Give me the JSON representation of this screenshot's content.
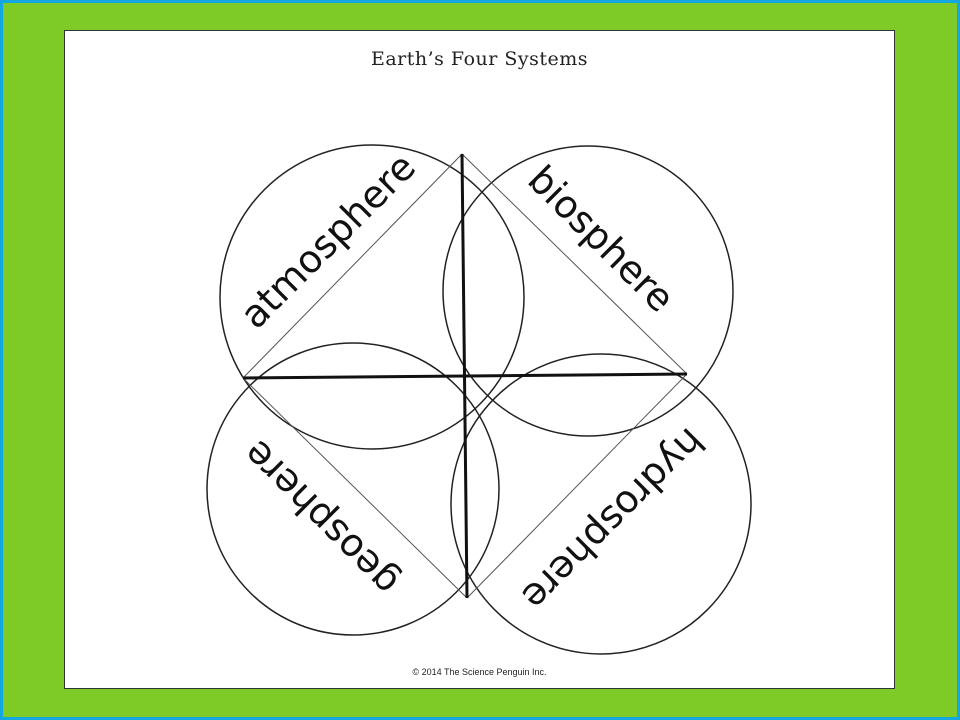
{
  "title": "Earth’s Four Systems",
  "labels": {
    "atmosphere": "atmosphere",
    "biosphere": "biosphere",
    "geosphere": "geosphere",
    "hydrosphere": "hydrosphere"
  },
  "copyright": "© 2014 The Science Penguin Inc.",
  "colors": {
    "outer_border": "#14a6e0",
    "frame": "#7ecb28",
    "sheet": "#ffffff",
    "ink": "#111111"
  }
}
